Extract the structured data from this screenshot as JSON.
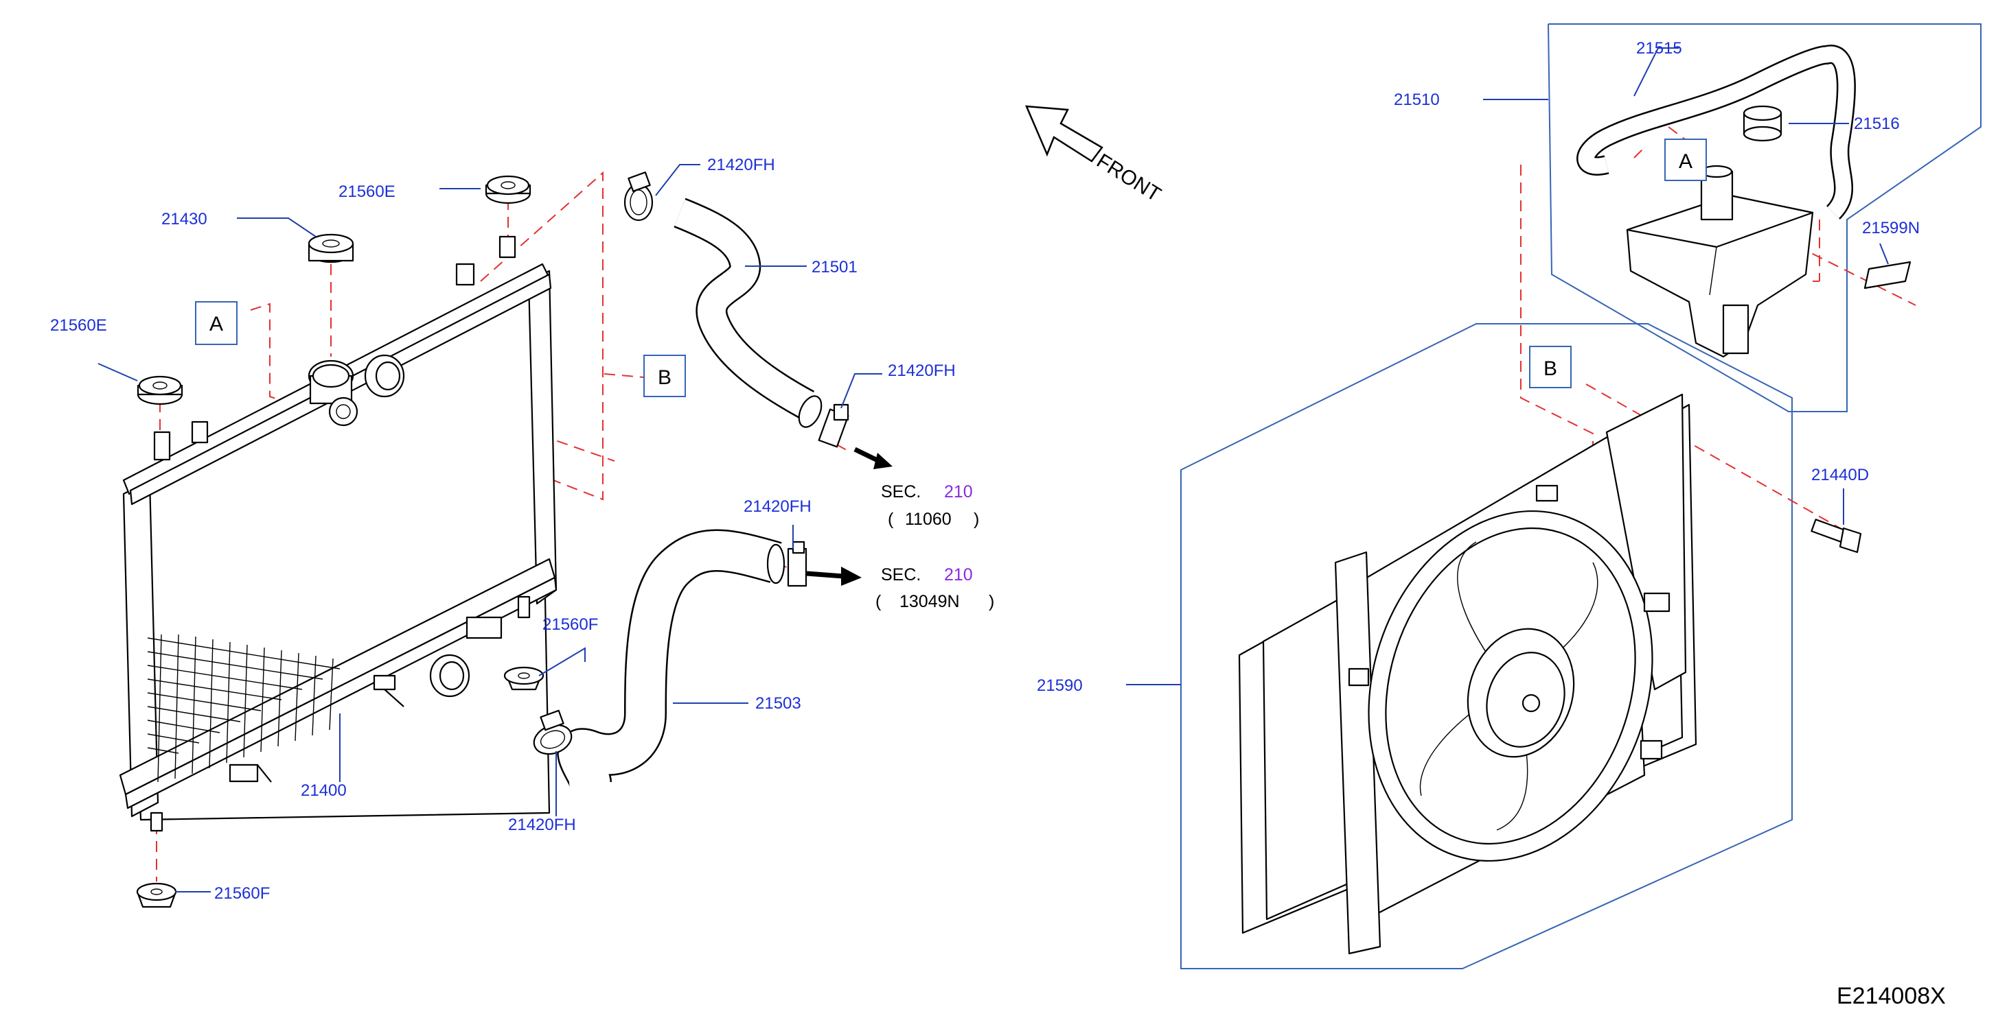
{
  "diagram_code": "E214008X",
  "direction_label": "FRONT",
  "ref_boxes": {
    "a": "A",
    "b": "B"
  },
  "parts": {
    "radiator_cap": "21430",
    "mount_upper_left": "21560E",
    "mount_upper_right": "21560E",
    "mount_lower_mid": "21560F",
    "mount_lower_left": "21560F",
    "radiator": "21400",
    "upper_hose": "21501",
    "lower_hose": "21503",
    "clamp_upper_top": "21420FH",
    "clamp_upper_bottom": "21420FH",
    "clamp_lower_top": "21420FH",
    "clamp_lower_bottom": "21420FH",
    "reservoir_assy": "21510",
    "reservoir_hose": "21515",
    "reservoir_cap": "21516",
    "reservoir_label": "21599N",
    "bolt": "21440D",
    "fan_shroud_assy": "21590"
  },
  "section_refs": [
    {
      "prefix": "SEC.",
      "number": "210",
      "open": "(",
      "code": "11060",
      "close": ")"
    },
    {
      "prefix": "SEC.",
      "number": "210",
      "open": "(",
      "code": "13049N",
      "close": ")"
    }
  ],
  "colors": {
    "label": "#1c2fd6",
    "leader": "#1f3fae",
    "dashed": "#e53030",
    "frame": "#3565b5",
    "section_number": "#8a2be2"
  }
}
